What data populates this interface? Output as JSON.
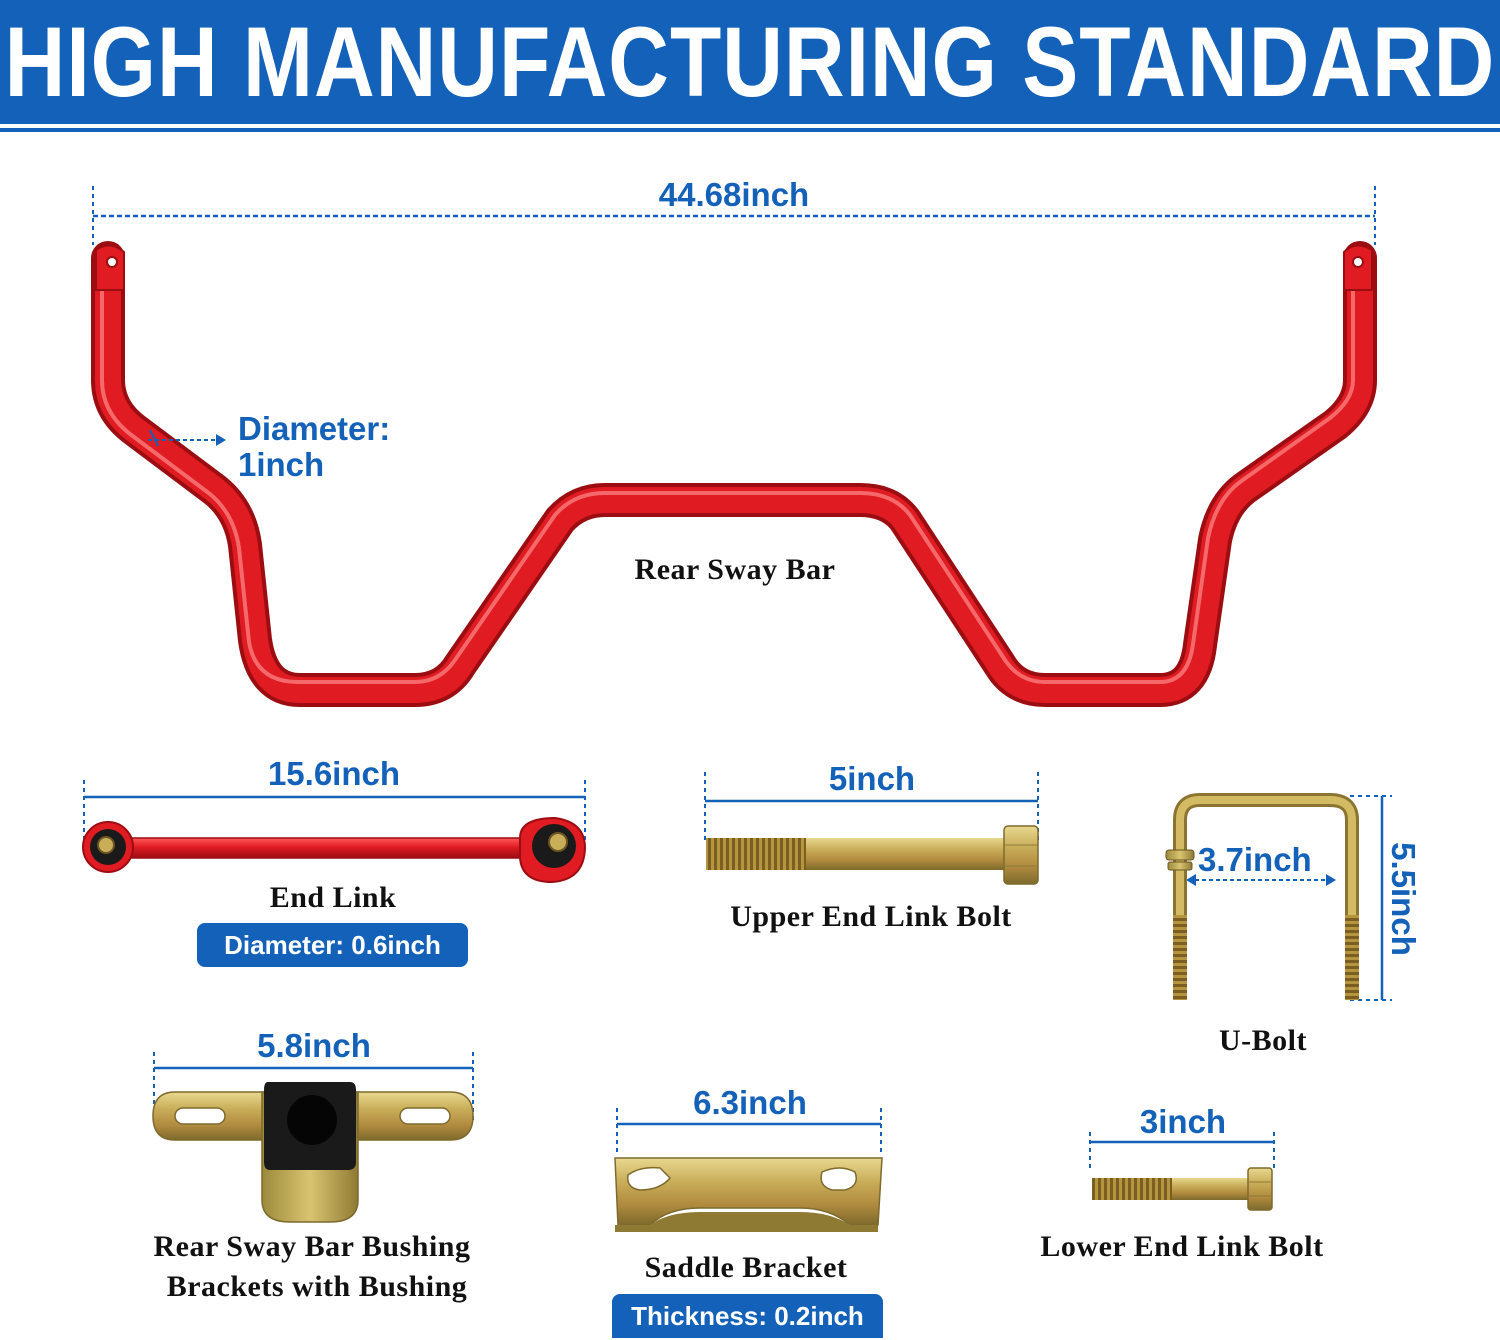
{
  "banner": {
    "title": "HIGH MANUFACTURING STANDARD"
  },
  "colors": {
    "brand_blue": "#1361b8",
    "bar_red": "#e01b22",
    "zinc": "#b8a24a",
    "rubber": "#1a1a1a"
  },
  "sway_bar": {
    "length": "44.68inch",
    "diameter_label": "Diameter:",
    "diameter_value": "1inch",
    "name": "Rear Sway Bar"
  },
  "end_link": {
    "length": "15.6inch",
    "name": "End Link",
    "diameter_badge": "Diameter: 0.6inch"
  },
  "upper_bolt": {
    "length": "5inch",
    "name": "Upper End Link Bolt"
  },
  "u_bolt": {
    "width": "3.7inch",
    "height": "5.5inch",
    "name": "U-Bolt"
  },
  "bushing_bracket": {
    "length": "5.8inch",
    "name_line1": "Rear Sway Bar Bushing",
    "name_line2": "Brackets with Bushing"
  },
  "saddle_bracket": {
    "length": "6.3inch",
    "name": "Saddle Bracket",
    "thickness_badge": "Thickness: 0.2inch"
  },
  "lower_bolt": {
    "length": "3inch",
    "name": "Lower End Link Bolt"
  }
}
